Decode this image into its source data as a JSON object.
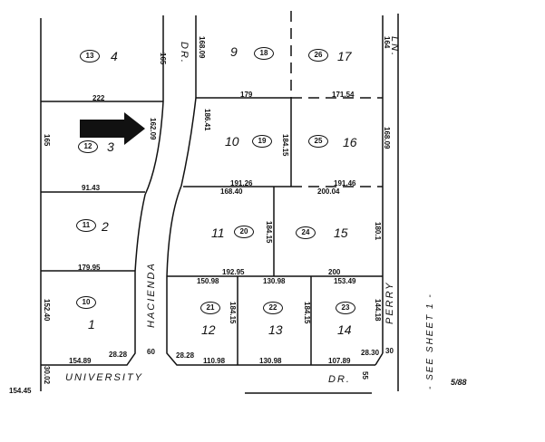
{
  "map": {
    "type": "parcel-map",
    "streets": {
      "hacienda": "HACIENDA",
      "hacienda_dr_top": "DR.",
      "university": "UNIVERSITY",
      "university_dr": "DR.",
      "perry": "PERRY",
      "perry_ln": "LN."
    },
    "lots": [
      {
        "lot": "4",
        "parcel": "13"
      },
      {
        "lot": "3",
        "parcel": "12"
      },
      {
        "lot": "2",
        "parcel": "11"
      },
      {
        "lot": "1",
        "parcel": "10"
      },
      {
        "lot": "9",
        "parcel": "18"
      },
      {
        "lot": "17",
        "parcel": "26"
      },
      {
        "lot": "10",
        "parcel": "19"
      },
      {
        "lot": "16",
        "parcel": "25"
      },
      {
        "lot": "11",
        "parcel": "20"
      },
      {
        "lot": "15",
        "parcel": "24"
      },
      {
        "lot": "12",
        "parcel": "21"
      },
      {
        "lot": "13",
        "parcel": "22"
      },
      {
        "lot": "14",
        "parcel": "23"
      }
    ],
    "dimensions": {
      "d222": "222",
      "d165a": "165",
      "d165b": "165",
      "d9143": "91.43",
      "d16209": "162.09",
      "d179": "179",
      "d17154": "171.54",
      "d16809a": "168.09",
      "d16809b": "168.09",
      "d19126": "191.26",
      "d19146": "191.46",
      "d16840": "168.40",
      "d20004": "200.04",
      "d17995": "179.95",
      "d19295": "192.95",
      "d200": "200",
      "d15098": "150.98",
      "d13098a": "130.98",
      "d15349": "153.49",
      "d15489": "154.89",
      "d11098": "110.98",
      "d13098b": "130.98",
      "d10789": "107.89",
      "d2828a": "28.28",
      "d2828b": "28.28",
      "d2830": "28.30",
      "d60": "60",
      "d30": "30",
      "d55": "55",
      "d164": "164",
      "d18641": "186.41",
      "d18415a": "184.15",
      "d18415b": "184.15",
      "d18415c": "184.15",
      "d18415d": "184.15",
      "d1801": "180.1",
      "d14418": "144.18",
      "d15240": "152.40",
      "d3002": "30.02",
      "d15445": "154.45"
    },
    "arrow": "right-arrow",
    "see_sheet": "- SEE SHEET 1 -",
    "date": "5/88"
  }
}
